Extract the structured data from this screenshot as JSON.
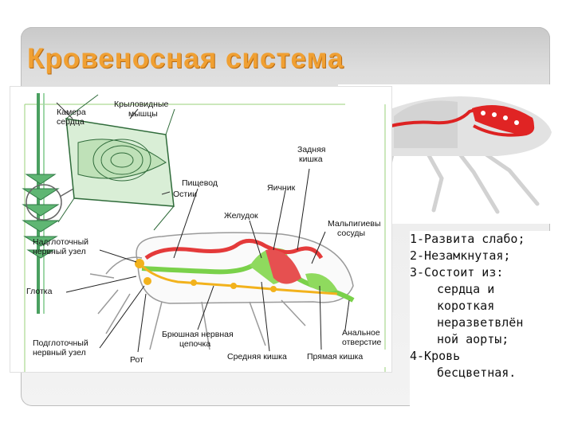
{
  "slide": {
    "title": "Кровеносная система"
  },
  "diagram": {
    "labels": {
      "heart_chamber_1": "Камера",
      "heart_chamber_2": "сердца",
      "wing_muscles_1": "Крыловидные",
      "wing_muscles_2": "мышцы",
      "ostia": "Остии",
      "esophagus": "Пищевод",
      "ovary": "Яичник",
      "hindgut_1": "Задняя",
      "hindgut_2": "кишка",
      "stomach": "Желудок",
      "malpighian_1": "Мальпигиевы",
      "malpighian_2": "сосуды",
      "supra_1": "Надглоточный",
      "supra_2": "нервный узел",
      "pharynx": "Глотка",
      "sub_1": "Подглоточный",
      "sub_2": "нервный узел",
      "mouth": "Рот",
      "ventral_1": "Брюшная нервная",
      "ventral_2": "цепочка",
      "midgut": "Средняя кишка",
      "rectum": "Прямая кишка",
      "anal_1": "Анальное",
      "anal_2": "отверстие"
    },
    "colors": {
      "gut": "#7ad14a",
      "vessel": "#e43a3a",
      "nerve": "#f2b21c",
      "body": "#9a9a9a"
    }
  },
  "notes": {
    "lines": [
      "1-Развита слабо;",
      "2-Незамкнутая;",
      "3-Состоит из:",
      "сердца и",
      "короткая",
      "неразветвлён",
      "ной аорты;",
      "4-Кровь",
      "бесцветная."
    ]
  }
}
